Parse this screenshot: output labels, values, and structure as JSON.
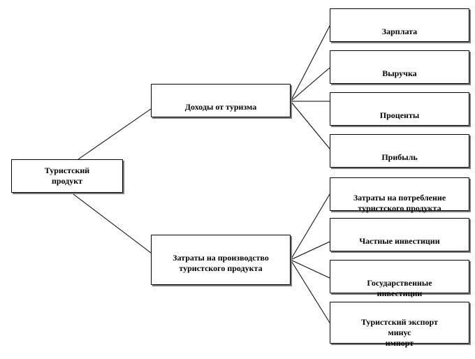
{
  "root": {
    "label": "Туристский\nпродукт"
  },
  "branch_income": {
    "label": "Доходы от туризма"
  },
  "branch_costs": {
    "label": "Затраты на производство\nтуристского продукта"
  },
  "income_items": [
    {
      "label": "Зарплата"
    },
    {
      "label": "Выручка"
    },
    {
      "label": "Проценты"
    },
    {
      "label": "Прибыль"
    }
  ],
  "cost_items": [
    {
      "label": "Затраты на потребление\nтуристского продукта"
    },
    {
      "label": "Частные инвестиции"
    },
    {
      "label": "Государственные\nинвестиции"
    },
    {
      "label": "Туристский экспорт\nминус\nимпорт"
    }
  ]
}
